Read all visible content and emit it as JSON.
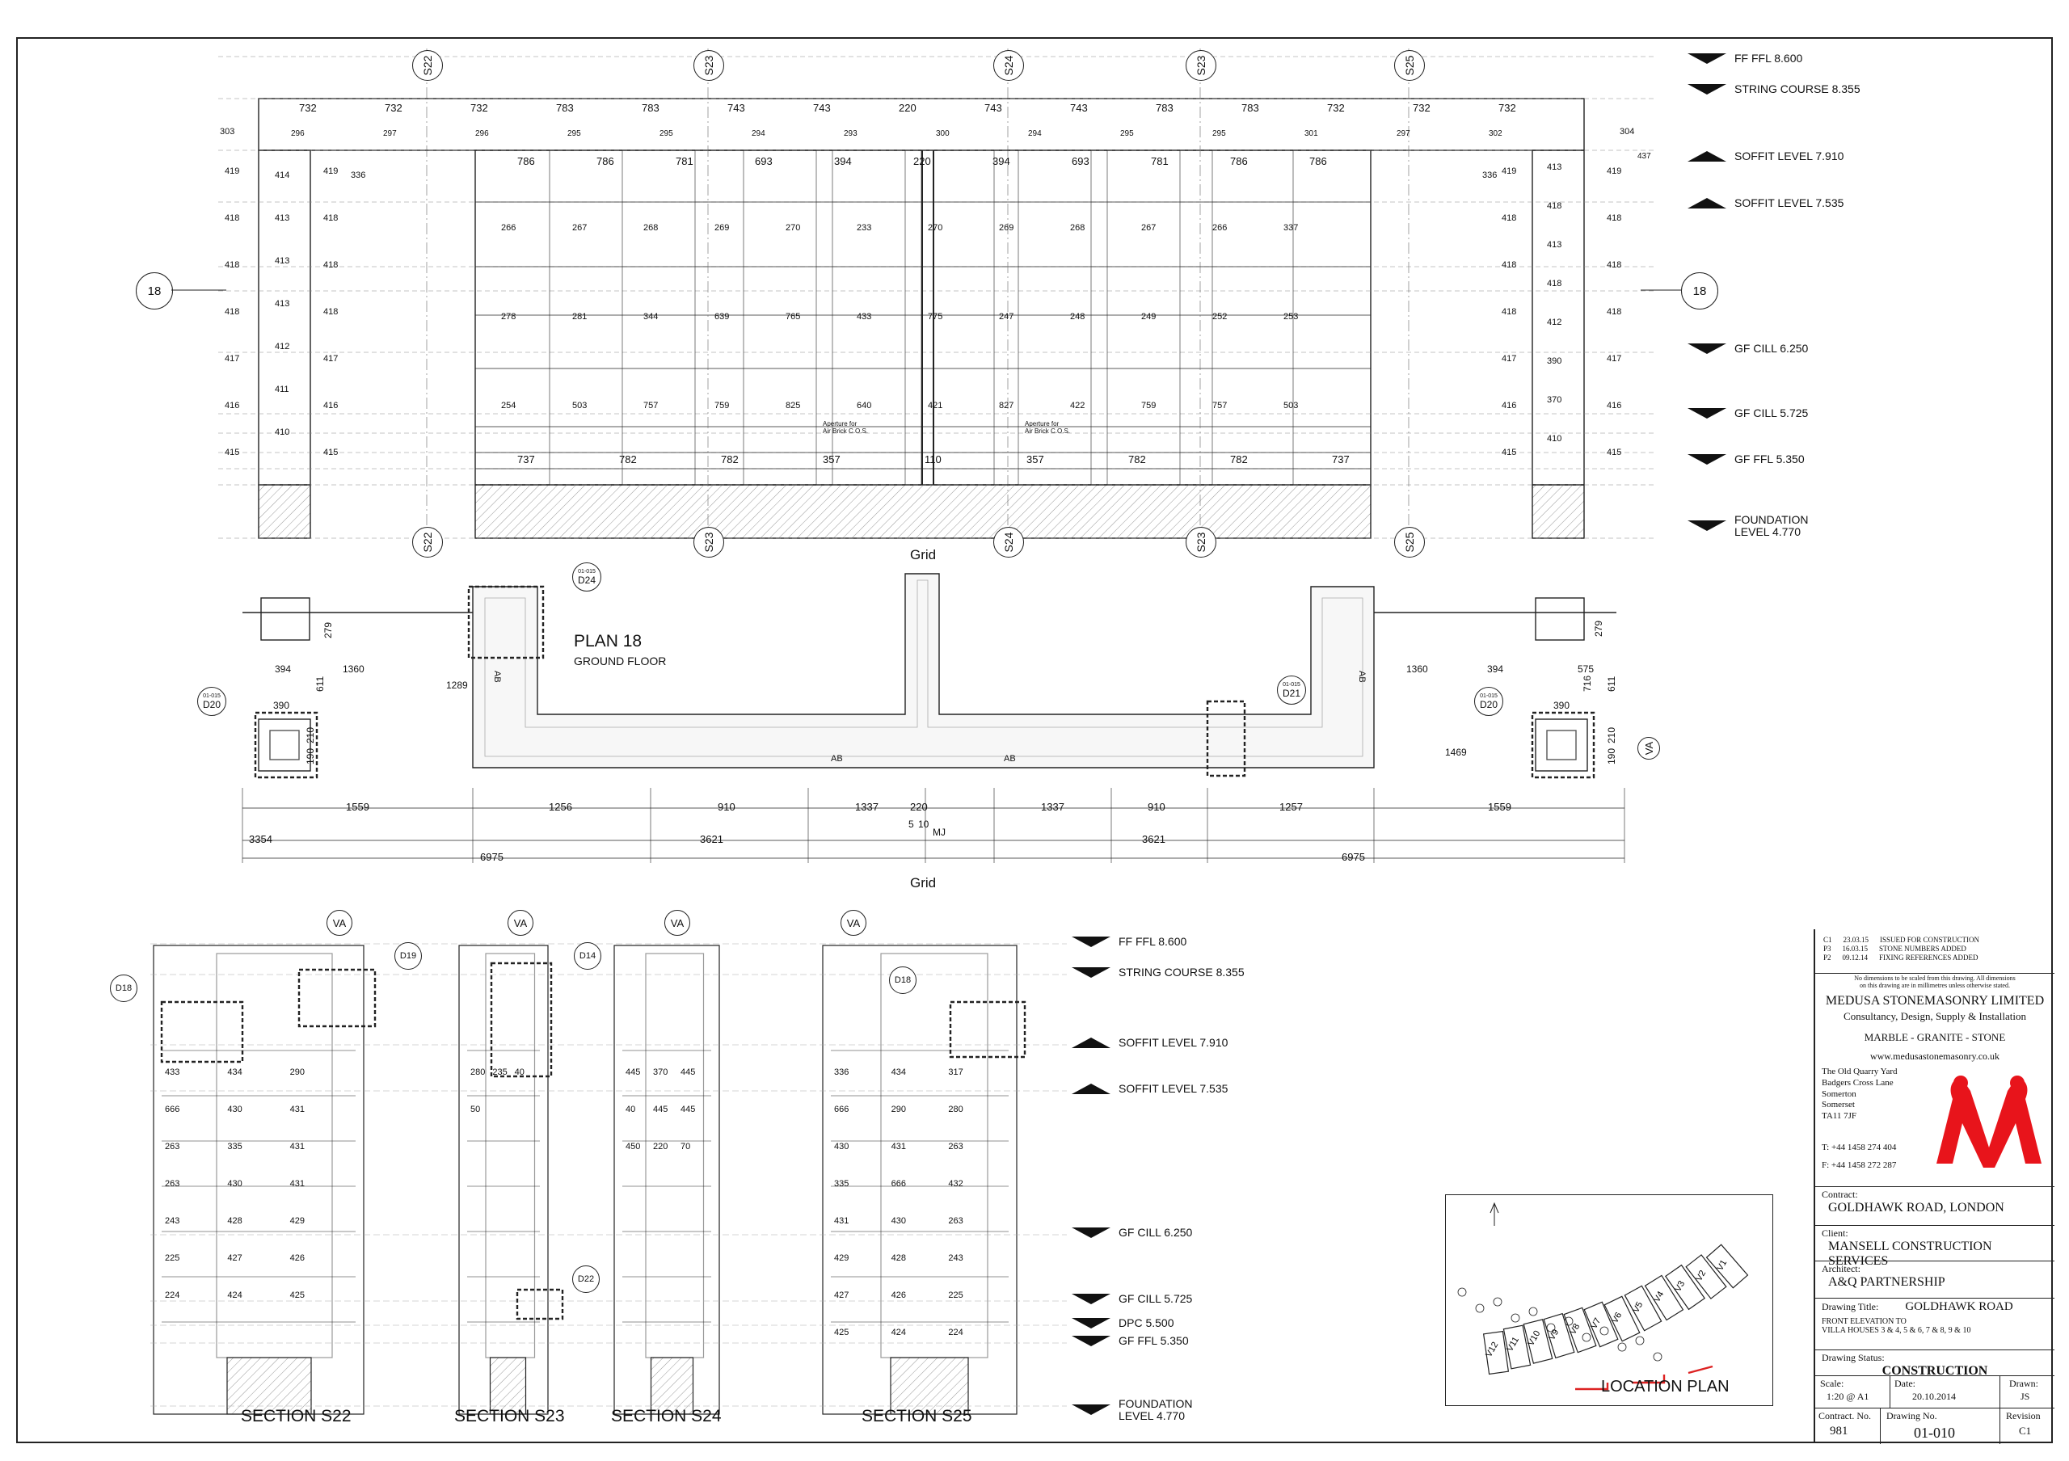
{
  "grid": {
    "top": [
      "S22",
      "S23",
      "S24",
      "S23",
      "S25"
    ],
    "bottom": [
      "S22",
      "S23",
      "S24",
      "S23",
      "S25"
    ],
    "label": "Grid",
    "section_marker": "18",
    "plan_label_lower": "Grid"
  },
  "levels_elevation": [
    {
      "label": "FF FFL 8.600",
      "dir": "down"
    },
    {
      "label": "STRING COURSE 8.355",
      "dir": "down"
    },
    {
      "label": "SOFFIT LEVEL 7.910",
      "dir": "up"
    },
    {
      "label": "SOFFIT LEVEL 7.535",
      "dir": "up"
    },
    {
      "label": "GF CILL 6.250",
      "dir": "down"
    },
    {
      "label": "GF CILL 5.725",
      "dir": "down"
    },
    {
      "label": "GF FFL 5.350",
      "dir": "down"
    },
    {
      "label": "FOUNDATION\nLEVEL 4.770",
      "dir": "down"
    }
  ],
  "levels_sections": [
    {
      "label": "FF FFL 8.600",
      "dir": "down"
    },
    {
      "label": "STRING COURSE 8.355",
      "dir": "down"
    },
    {
      "label": "SOFFIT LEVEL 7.910",
      "dir": "up"
    },
    {
      "label": "SOFFIT LEVEL 7.535",
      "dir": "up"
    },
    {
      "label": "GF CILL 6.250",
      "dir": "down"
    },
    {
      "label": "GF CILL 5.725",
      "dir": "down"
    },
    {
      "label": "DPC 5.500",
      "dir": "down"
    },
    {
      "label": "GF FFL 5.350",
      "dir": "down"
    },
    {
      "label": "FOUNDATION\nLEVEL 4.770",
      "dir": "down"
    }
  ],
  "elevation": {
    "string_course": [
      "732",
      "732",
      "732",
      "783",
      "783",
      "743",
      "743",
      "220",
      "743",
      "743",
      "783",
      "783",
      "732",
      "732",
      "732"
    ],
    "string_numbers": [
      "296",
      "297",
      "296",
      "295",
      "295",
      "294",
      "293",
      "300",
      "294",
      "295",
      "295",
      "301",
      "297",
      "302"
    ],
    "soffit_row": [
      "786",
      "786",
      "781",
      "693",
      "394",
      "220",
      "394",
      "693",
      "781",
      "786",
      "786"
    ],
    "cill_row": [
      "737",
      "782",
      "782",
      "357",
      "110",
      "357",
      "782",
      "782",
      "737"
    ],
    "stone_numbers": [
      "266",
      "267",
      "268",
      "269",
      "270",
      "233",
      "270",
      "269",
      "268",
      "267",
      "266",
      "337",
      "278",
      "281",
      "344",
      "639",
      "765",
      "433",
      "775",
      "247",
      "248",
      "249",
      "252",
      "253",
      "254",
      "503",
      "757",
      "759",
      "825",
      "640",
      "421",
      "827",
      "422",
      "759",
      "757",
      "503"
    ],
    "side_numbers_left": [
      "414",
      "413",
      "413",
      "413",
      "412",
      "411",
      "410"
    ],
    "side_numbers_right": [
      "413",
      "418",
      "413",
      "418",
      "412",
      "390",
      "370",
      "410"
    ],
    "pier_tags": [
      "419",
      "418",
      "418",
      "418",
      "417",
      "416",
      "415"
    ],
    "side_tags": [
      "303",
      "304",
      "336",
      "336",
      "437"
    ],
    "note": "Aperture for\nAir Brick C.O.S."
  },
  "plan": {
    "title": "PLAN 18",
    "subtitle": "GROUND FLOOR",
    "details": [
      {
        "ref": "01-015",
        "id": "D24"
      },
      {
        "ref": "01-015",
        "id": "D21"
      },
      {
        "ref": "01-015",
        "id": "D20"
      },
      {
        "ref": "01-015",
        "id": "D20"
      }
    ],
    "dims_row1": [
      "1559",
      "1256",
      "910",
      "1337",
      "220",
      "1337",
      "910",
      "1257",
      "1559"
    ],
    "dims_row2": [
      "3354",
      "3621",
      "3621"
    ],
    "dims_row3": [
      "6975",
      "6975"
    ],
    "dims_misc": [
      "394",
      "1360",
      "1289",
      "1360",
      "394",
      "1469",
      "390",
      "390",
      "279",
      "279",
      "611",
      "611",
      "210",
      "190",
      "210",
      "190",
      "575",
      "716",
      "10",
      "5",
      "MJ"
    ],
    "ab_labels": [
      "AB",
      "AB",
      "AB",
      "AB"
    ],
    "va": "VA"
  },
  "sections": [
    {
      "title": "SECTION S22",
      "va": "VA",
      "details": [
        "D18",
        "D19"
      ],
      "nums": [
        "433",
        "434",
        "290",
        "666",
        "430",
        "431",
        "263",
        "335",
        "431",
        "263",
        "430",
        "431",
        "243",
        "428",
        "429",
        "225",
        "427",
        "426",
        "224",
        "424",
        "425"
      ]
    },
    {
      "title": "SECTION S23",
      "va": "VA",
      "details": [
        "D14",
        "D22"
      ],
      "nums": [
        "280",
        "235",
        "40",
        "50"
      ]
    },
    {
      "title": "SECTION S24",
      "va": "VA",
      "details": [],
      "nums": [
        "445",
        "370",
        "445",
        "40",
        "445",
        "445",
        "450",
        "220",
        "70"
      ]
    },
    {
      "title": "SECTION S25",
      "va": "VA",
      "details": [
        "D18"
      ],
      "nums": [
        "336",
        "434",
        "317",
        "666",
        "290",
        "280",
        "430",
        "431",
        "263",
        "335",
        "666",
        "432",
        "431",
        "430",
        "263",
        "429",
        "428",
        "243",
        "427",
        "426",
        "225",
        "425",
        "424",
        "224"
      ]
    }
  ],
  "location_plan": {
    "title": "LOCATION PLAN",
    "villas": [
      "V12",
      "V11",
      "V10",
      "V9",
      "V8",
      "V7",
      "V6",
      "V5",
      "V4",
      "V3",
      "V2",
      "V1"
    ]
  },
  "title_block": {
    "revisions": [
      {
        "rev": "C1",
        "date": "23.03.15",
        "desc": "ISSUED FOR CONSTRUCTION"
      },
      {
        "rev": "P3",
        "date": "16.03.15",
        "desc": "STONE NUMBERS ADDED"
      },
      {
        "rev": "P2",
        "date": "09.12.14",
        "desc": "FIXING REFERENCES ADDED"
      }
    ],
    "note": "No dimensions to be scaled from this drawing. All dimensions\non this drawing are in millimetres unless otherwise stated.",
    "company": "MEDUSA STONEMASONRY LIMITED",
    "tagline": "Consultancy, Design, Supply & Installation",
    "materials": "MARBLE - GRANITE - STONE",
    "website": "www.medusastonemasonry.co.uk",
    "address": [
      "The Old Quarry Yard",
      "Badgers Cross Lane",
      "Somerton",
      "Somerset",
      "TA11 7JF"
    ],
    "tel": "T: +44 1458 274 404",
    "fax": "F: +44 1458 272 287",
    "contract_label": "Contract:",
    "contract": "GOLDHAWK ROAD, LONDON",
    "client_label": "Client:",
    "client": "MANSELL CONSTRUCTION SERVICES",
    "architect_label": "Architect:",
    "architect": "A&Q PARTNERSHIP",
    "drawing_title_label": "Drawing Title:",
    "drawing_title": "GOLDHAWK ROAD",
    "drawing_subtitle": "FRONT ELEVATION TO\nVILLA HOUSES 3 & 4, 5 & 6, 7 & 8, 9 & 10",
    "status_label": "Drawing Status:",
    "status": "CONSTRUCTION",
    "scale_label": "Scale:",
    "scale": "1:20 @ A1",
    "date_label": "Date:",
    "date": "20.10.2014",
    "drawn_label": "Drawn:",
    "drawn": "JS",
    "contract_no_label": "Contract. No.",
    "contract_no": "981",
    "drawing_no_label": "Drawing No.",
    "drawing_no": "01-010",
    "revision_label": "Revision",
    "revision": "C1",
    "brand_color": "#e8141b"
  }
}
